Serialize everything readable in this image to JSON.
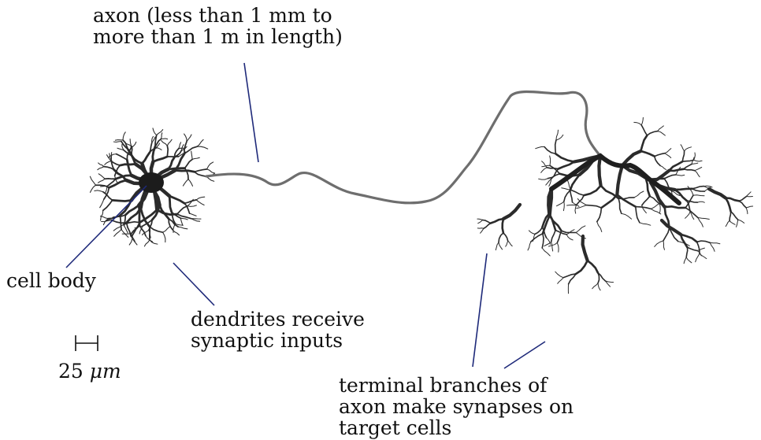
{
  "labels": {
    "axon": [
      "axon (less than 1 mm to",
      "more than 1 m in length)"
    ],
    "cell_body": "cell body",
    "dendrites": [
      "dendrites receive",
      "synaptic inputs"
    ],
    "terminals": [
      "terminal branches of",
      "axon make synapses on",
      "target cells"
    ],
    "scale": {
      "value": "25",
      "unit": "μm"
    }
  },
  "colors": {
    "neuron": "#2b2b2b",
    "axon": "#6e6e6e",
    "leader": "#1f2a7a",
    "text": "#111111"
  }
}
